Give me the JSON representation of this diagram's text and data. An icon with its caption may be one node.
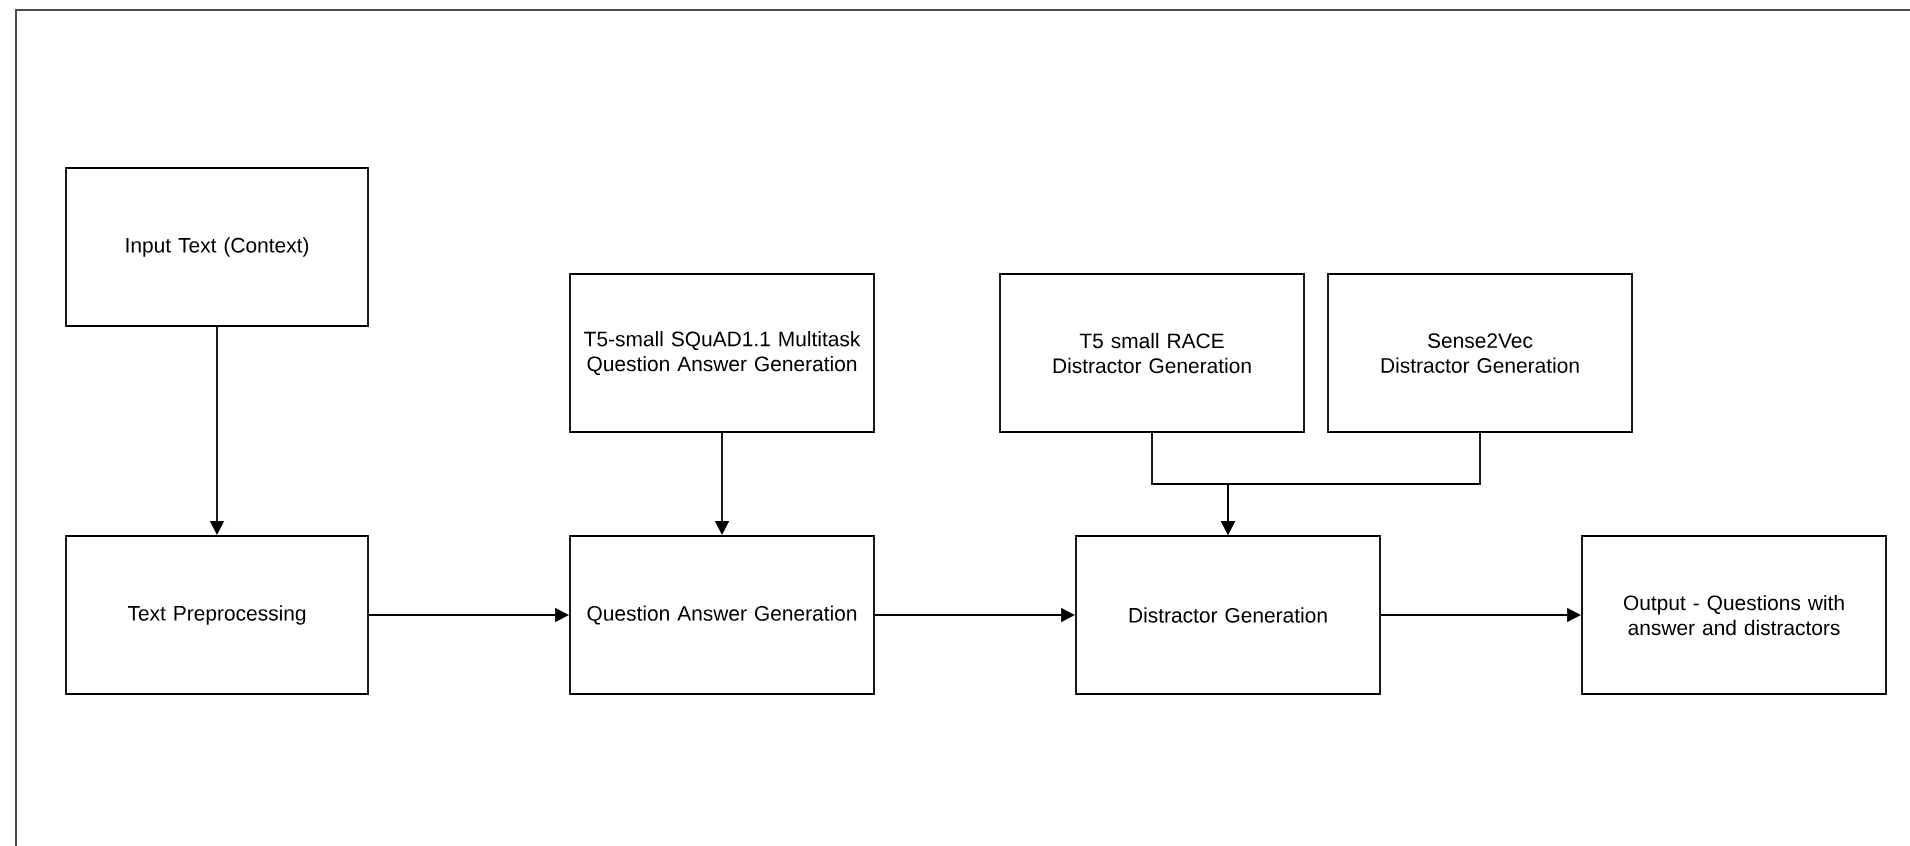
{
  "diagram": {
    "nodes": [
      {
        "text": [
          "Input Text (Context)"
        ]
      },
      {
        "text": [
          "Text Preprocessing"
        ]
      },
      {
        "text": [
          "T5-small SQuAD1.1 Multitask Question Answer Generation"
        ]
      },
      {
        "text": [
          "Question Answer Generation"
        ]
      },
      {
        "text": [
          "T5 small RACE Distractor Generation"
        ]
      },
      {
        "text": [
          "Sense2Vec Distractor Generation"
        ]
      },
      {
        "text": [
          "Distractor Generation"
        ]
      },
      {
        "text": [
          "Output - Questions with answer and distractors"
        ]
      }
    ],
    "edges": [
      {
        "from": 0,
        "to": 1,
        "arrow": "to"
      },
      {
        "from": 1,
        "to": 3,
        "arrow": "to"
      },
      {
        "from": 2,
        "to": 3,
        "arrow": "to"
      },
      {
        "from": 3,
        "to": 6,
        "arrow": "to"
      },
      {
        "from": 4,
        "to": 6,
        "arrow": "to"
      },
      {
        "from": 5,
        "to": 6,
        "arrow": "to"
      },
      {
        "from": 6,
        "to": 7,
        "arrow": "to"
      }
    ]
  }
}
